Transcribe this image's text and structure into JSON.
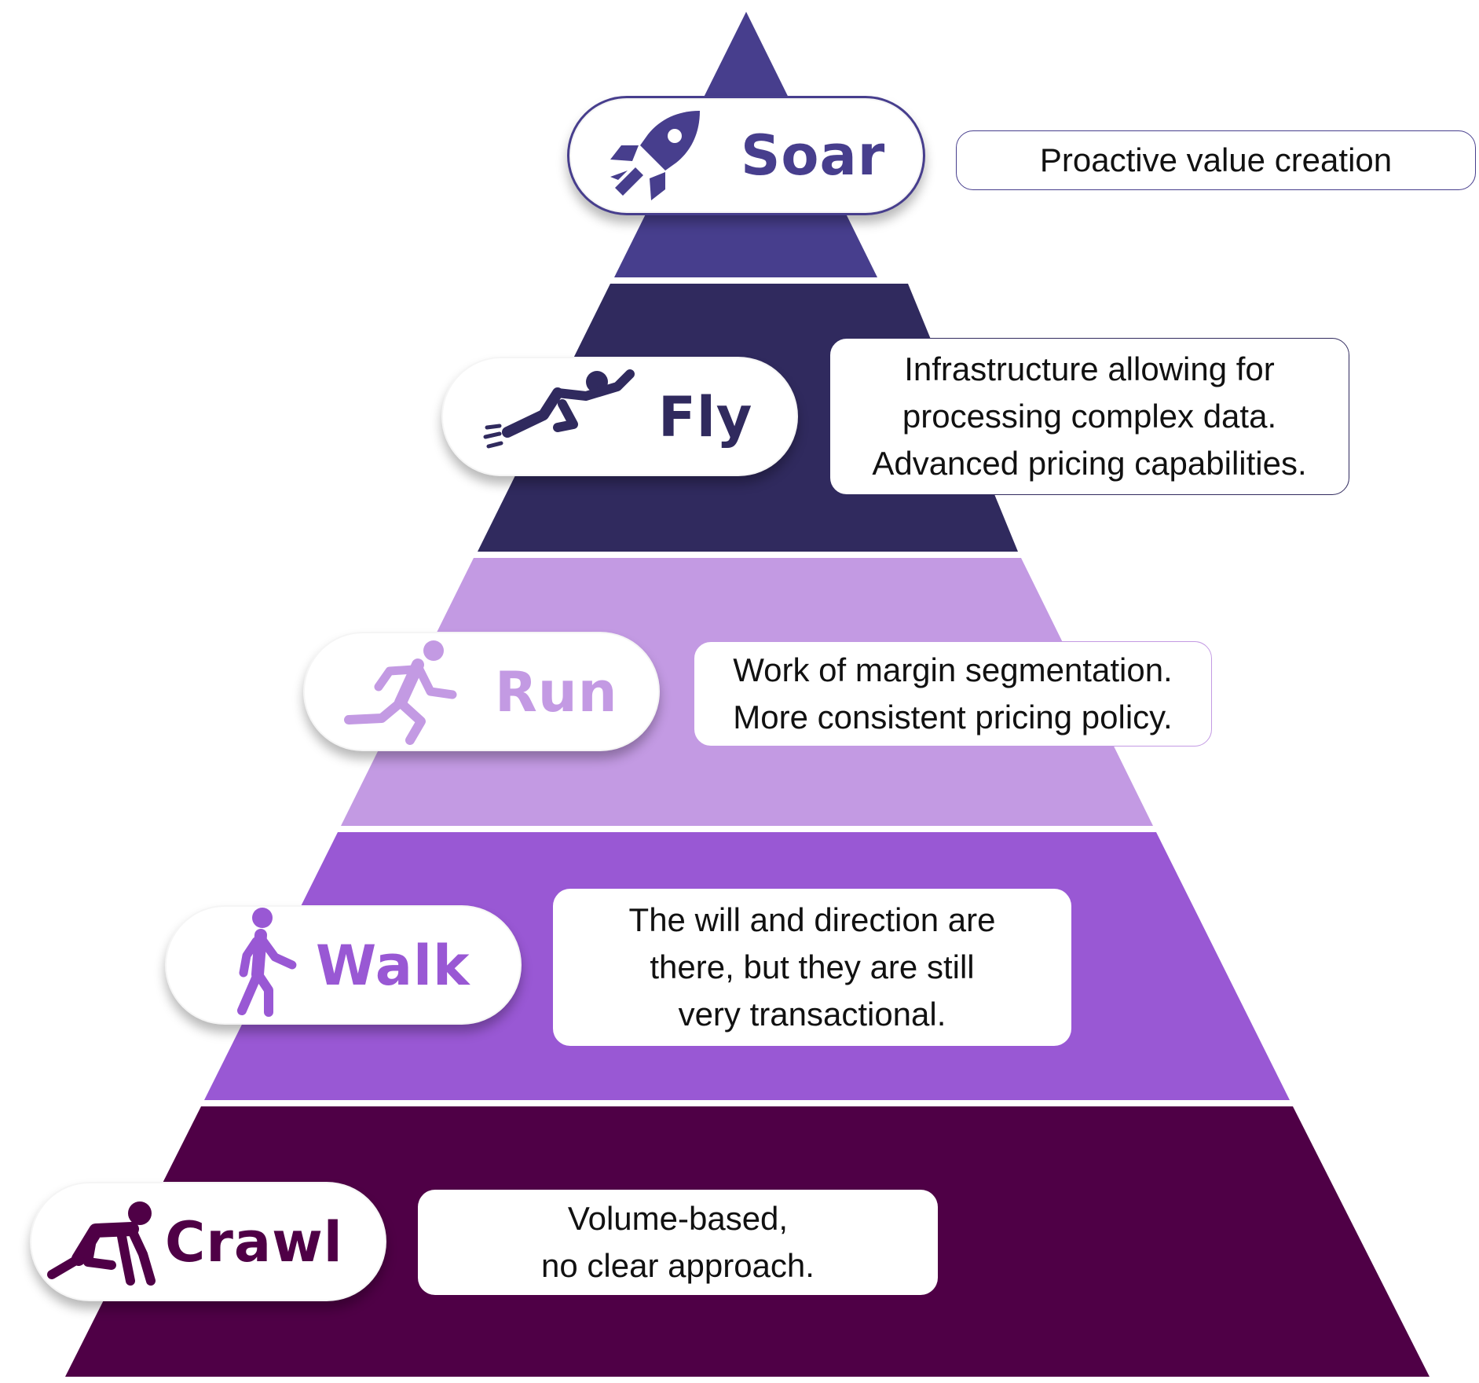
{
  "colors": {
    "soar": "#473e8d",
    "fly": "#302a5e",
    "run": "#c39ae3",
    "walk": "#9958d4",
    "crawl": "#4f0046"
  },
  "levels": [
    {
      "id": "soar",
      "label": "Soar",
      "icon": "rocket-icon",
      "description": [
        "Proactive value creation"
      ]
    },
    {
      "id": "fly",
      "label": "Fly",
      "icon": "flying-person-icon",
      "description": [
        "Infrastructure allowing for",
        "processing complex data.",
        "Advanced pricing capabilities."
      ]
    },
    {
      "id": "run",
      "label": "Run",
      "icon": "running-person-icon",
      "description": [
        "Work of margin segmentation.",
        "More consistent pricing policy."
      ]
    },
    {
      "id": "walk",
      "label": "Walk",
      "icon": "walking-person-icon",
      "description": [
        "The will and direction are",
        "there, but they are still",
        "very transactional."
      ]
    },
    {
      "id": "crawl",
      "label": "Crawl",
      "icon": "crawling-person-icon",
      "description": [
        "Volume-based,",
        "no clear approach."
      ]
    }
  ]
}
